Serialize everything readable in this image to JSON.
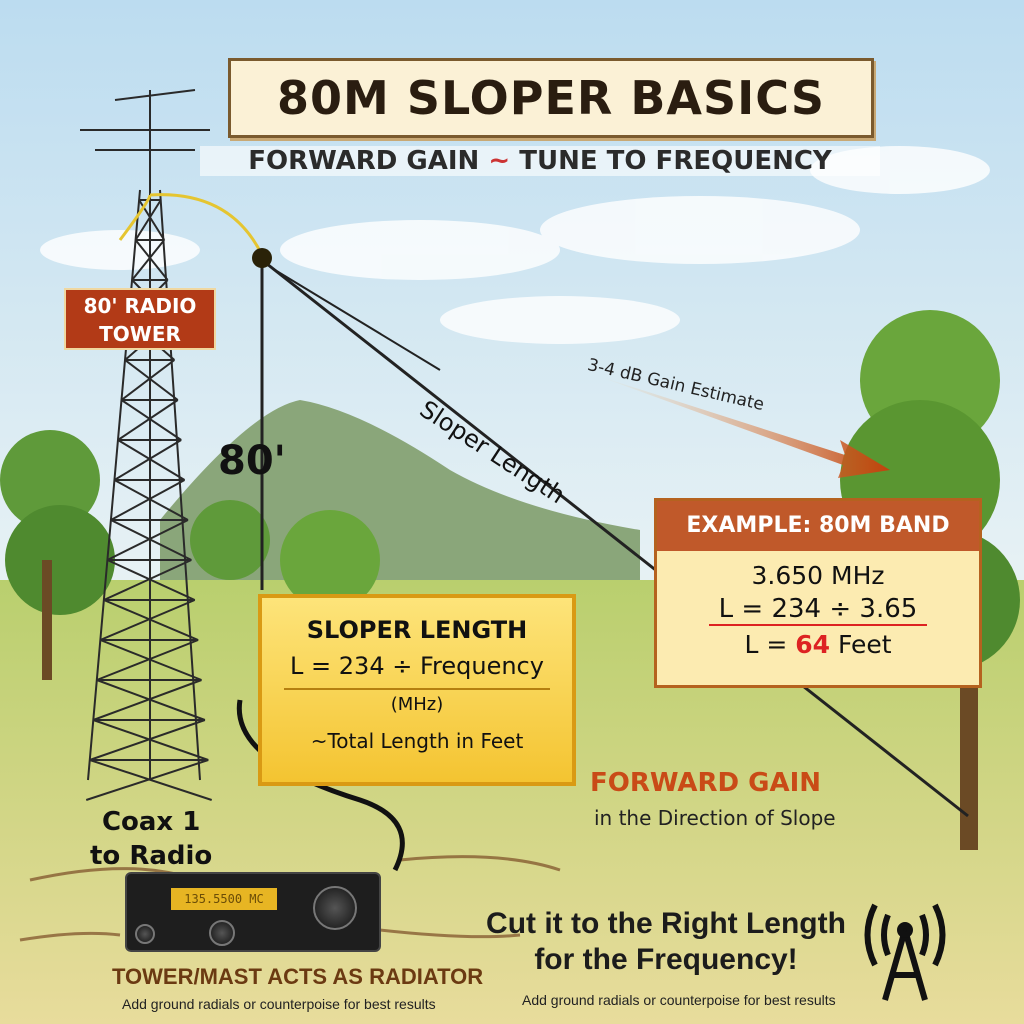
{
  "title": "80M SLOPER BASICS",
  "subtitle": {
    "left": "FORWARD GAIN",
    "sep": "~",
    "right": "TUNE TO FREQUENCY"
  },
  "tower_label": [
    "80' RADIO",
    "TOWER"
  ],
  "height_label": "80'",
  "sloper_label": "Sloper Length",
  "gain_estimate": "3-4 dB Gain Estimate",
  "formula_box": {
    "heading": "SLOPER LENGTH",
    "formula": "L = 234 ÷ Frequency",
    "unit": "(MHz)",
    "note": "~Total Length in Feet"
  },
  "example_box": {
    "heading": "EXAMPLE: 80M BAND",
    "frequency": "3.650 MHz",
    "equation": "L = 234 ÷ 3.65",
    "result_prefix": "L =",
    "result_value": "64",
    "result_suffix": "Feet"
  },
  "forward_gain": {
    "title": "FORWARD GAIN",
    "subtitle": "in the Direction of Slope"
  },
  "coax_label": [
    "Coax 1",
    "to Radio"
  ],
  "radio_display": "135.5500 MC",
  "cut_text": [
    "Cut it to the Right Length",
    "for the Frequency!"
  ],
  "bottom_note_right": "Add ground radials or counterpoise for best results",
  "radiator_title": "TOWER/MAST ACTS AS RADIATOR",
  "radiator_note": "Add ground radials or counterpoise for best results",
  "colors": {
    "accent_red": "#c0592a",
    "formula_yellow": "#f4c431",
    "result_red": "#d22"
  }
}
